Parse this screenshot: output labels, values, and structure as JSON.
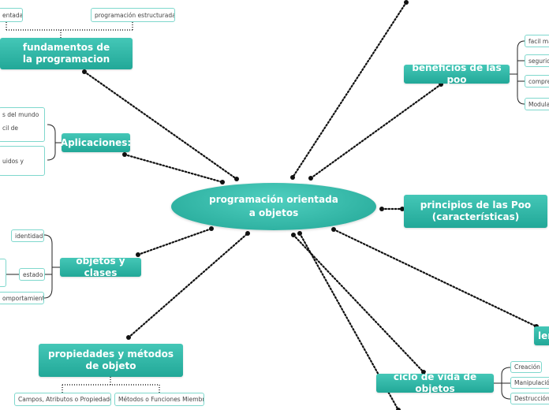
{
  "central": "programación orientada a objetos",
  "branches": {
    "fundamentos": "fundamentos de la programacion",
    "aplicaciones": "Aplicaciones:",
    "objetos_clases": "objetos y clases",
    "propiedades": "propiedades y métodos de objeto",
    "beneficios": "beneficios de las poo",
    "principios": "principios de las Poo (características)",
    "ciclo": "ciclo de vida de objetos",
    "len": "len"
  },
  "leaves": {
    "fundamentos": [
      "entada",
      "programación estructurada"
    ],
    "aplicaciones": [
      "s del mundo",
      "cil de",
      "uidos y"
    ],
    "objetos_clases": [
      "identidad",
      "estado",
      "omportamiento"
    ],
    "propiedades": [
      "Campos, Atributos o Propiedades",
      "Métodos o Funciones Miembro"
    ],
    "beneficios": [
      "facil ma",
      "segurid",
      "compre",
      "Modular"
    ],
    "ciclo": [
      "Creación",
      "Manipulación",
      "Destrucción,"
    ]
  }
}
